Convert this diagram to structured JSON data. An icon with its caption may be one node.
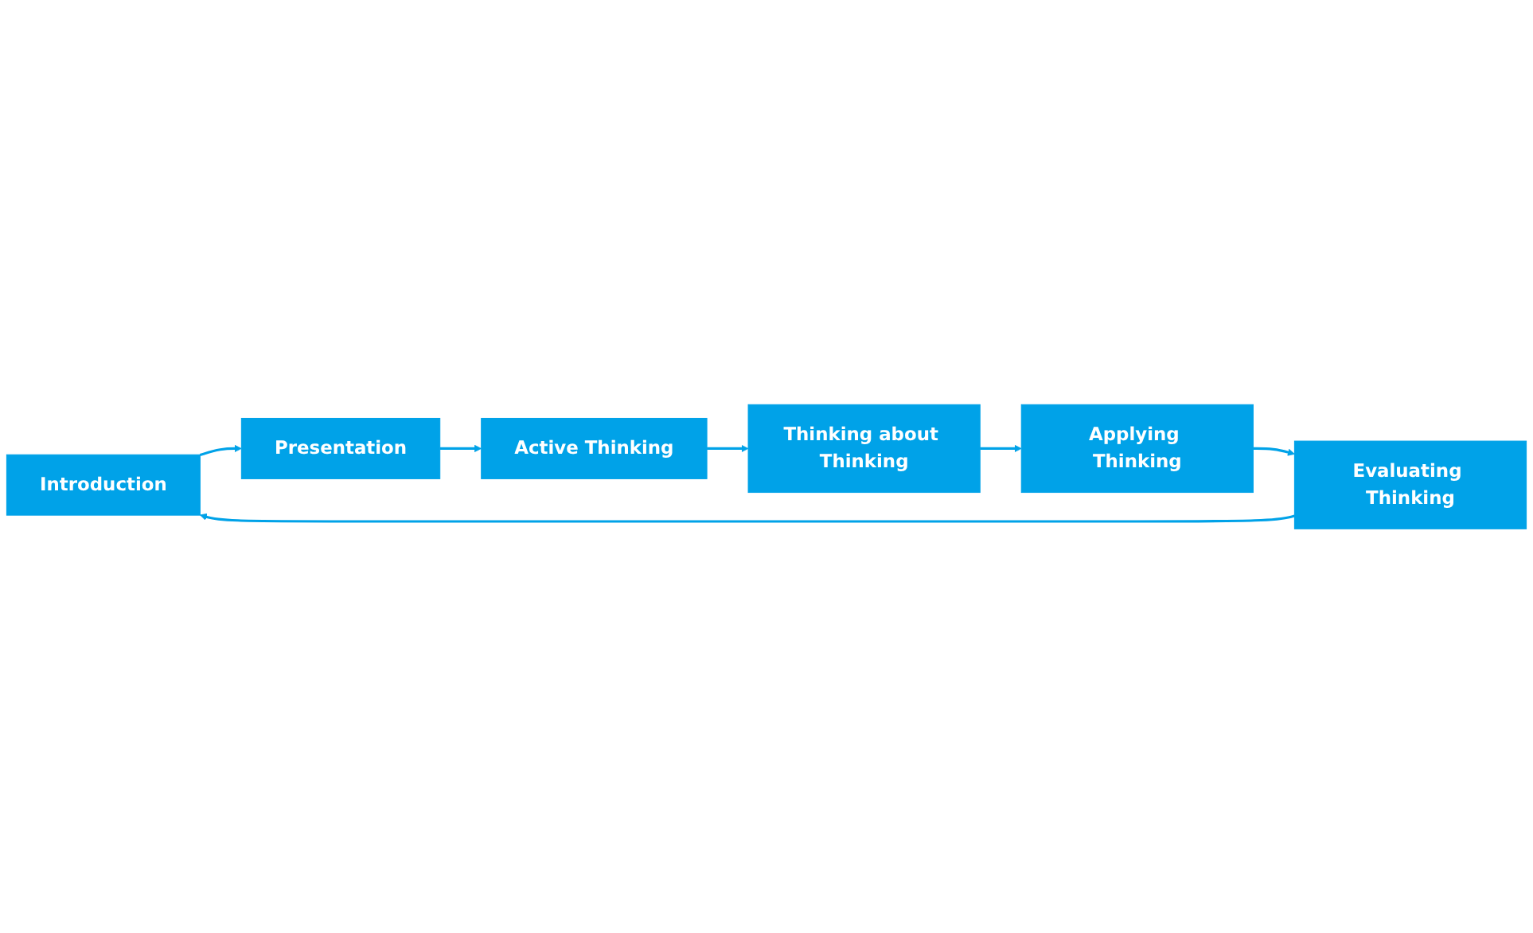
{
  "diagram": {
    "nodes": [
      {
        "text": [
          "Introduction"
        ]
      },
      {
        "text": [
          "Presentation"
        ]
      },
      {
        "text": [
          "Active Thinking"
        ]
      },
      {
        "text": [
          "Thinking about Thinking"
        ]
      },
      {
        "text": [
          "Applying Thinking"
        ]
      },
      {
        "text": [
          "Evaluating Thinking"
        ]
      }
    ],
    "edges": [
      {
        "from": 0,
        "to": 1,
        "arrow": "to"
      },
      {
        "from": 1,
        "to": 2,
        "arrow": "to"
      },
      {
        "from": 2,
        "to": 3,
        "arrow": "to"
      },
      {
        "from": 3,
        "to": 4,
        "arrow": "to"
      },
      {
        "from": 4,
        "to": 5,
        "arrow": "to"
      },
      {
        "from": 5,
        "to": 0,
        "arrow": "to"
      }
    ]
  }
}
